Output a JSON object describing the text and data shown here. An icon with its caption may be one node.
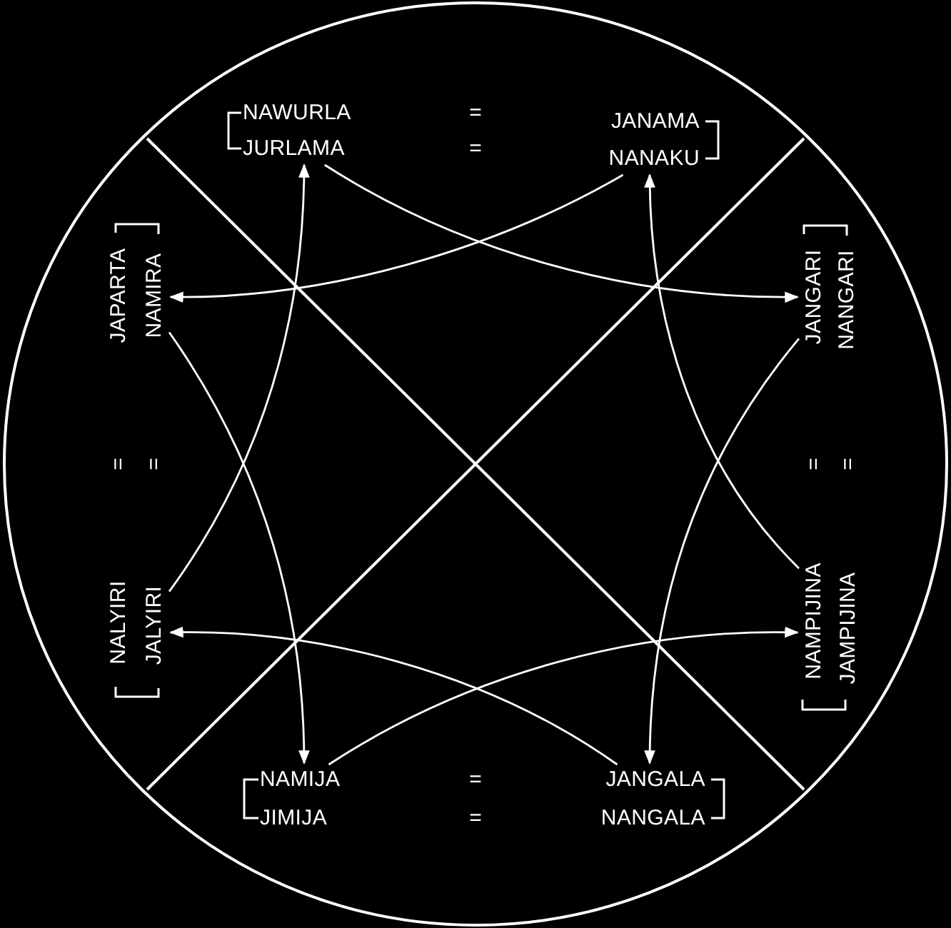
{
  "diagram": {
    "nodes": [
      {
        "text": [
          "NAWURLA"
        ]
      },
      {
        "text": [
          "JANAMA"
        ]
      },
      {
        "text": [
          "JURLAMA"
        ]
      },
      {
        "text": [
          "NANAKU"
        ]
      },
      {
        "text": [
          "JAPARTA"
        ]
      },
      {
        "text": [
          "NAMIRA"
        ]
      },
      {
        "text": [
          "JANGARI"
        ]
      },
      {
        "text": [
          "NANGARI"
        ]
      },
      {
        "text": [
          "NALYIRI"
        ]
      },
      {
        "text": [
          "JALYIRI"
        ]
      },
      {
        "text": [
          "NAMPIJINA"
        ]
      },
      {
        "text": [
          "JAMPIJINA"
        ]
      },
      {
        "text": [
          "NAMIJA"
        ]
      },
      {
        "text": [
          "JANGALA"
        ]
      },
      {
        "text": [
          "JIMIJA"
        ]
      },
      {
        "text": [
          "NANGALA"
        ]
      }
    ],
    "edges": [
      {
        "from": 2,
        "to": 6,
        "arrow": "to"
      },
      {
        "from": 3,
        "to": 5,
        "arrow": "to"
      },
      {
        "from": 5,
        "to": 12,
        "arrow": "to"
      },
      {
        "from": 9,
        "to": 2,
        "arrow": "to"
      },
      {
        "from": 6,
        "to": 13,
        "arrow": "to"
      },
      {
        "from": 10,
        "to": 3,
        "arrow": "to"
      },
      {
        "from": 12,
        "to": 10,
        "arrow": "to"
      },
      {
        "from": 13,
        "to": 9,
        "arrow": "to"
      }
    ],
    "labels": [
      "=",
      "=",
      "=",
      "=",
      "=",
      "=",
      "=",
      "="
    ]
  }
}
